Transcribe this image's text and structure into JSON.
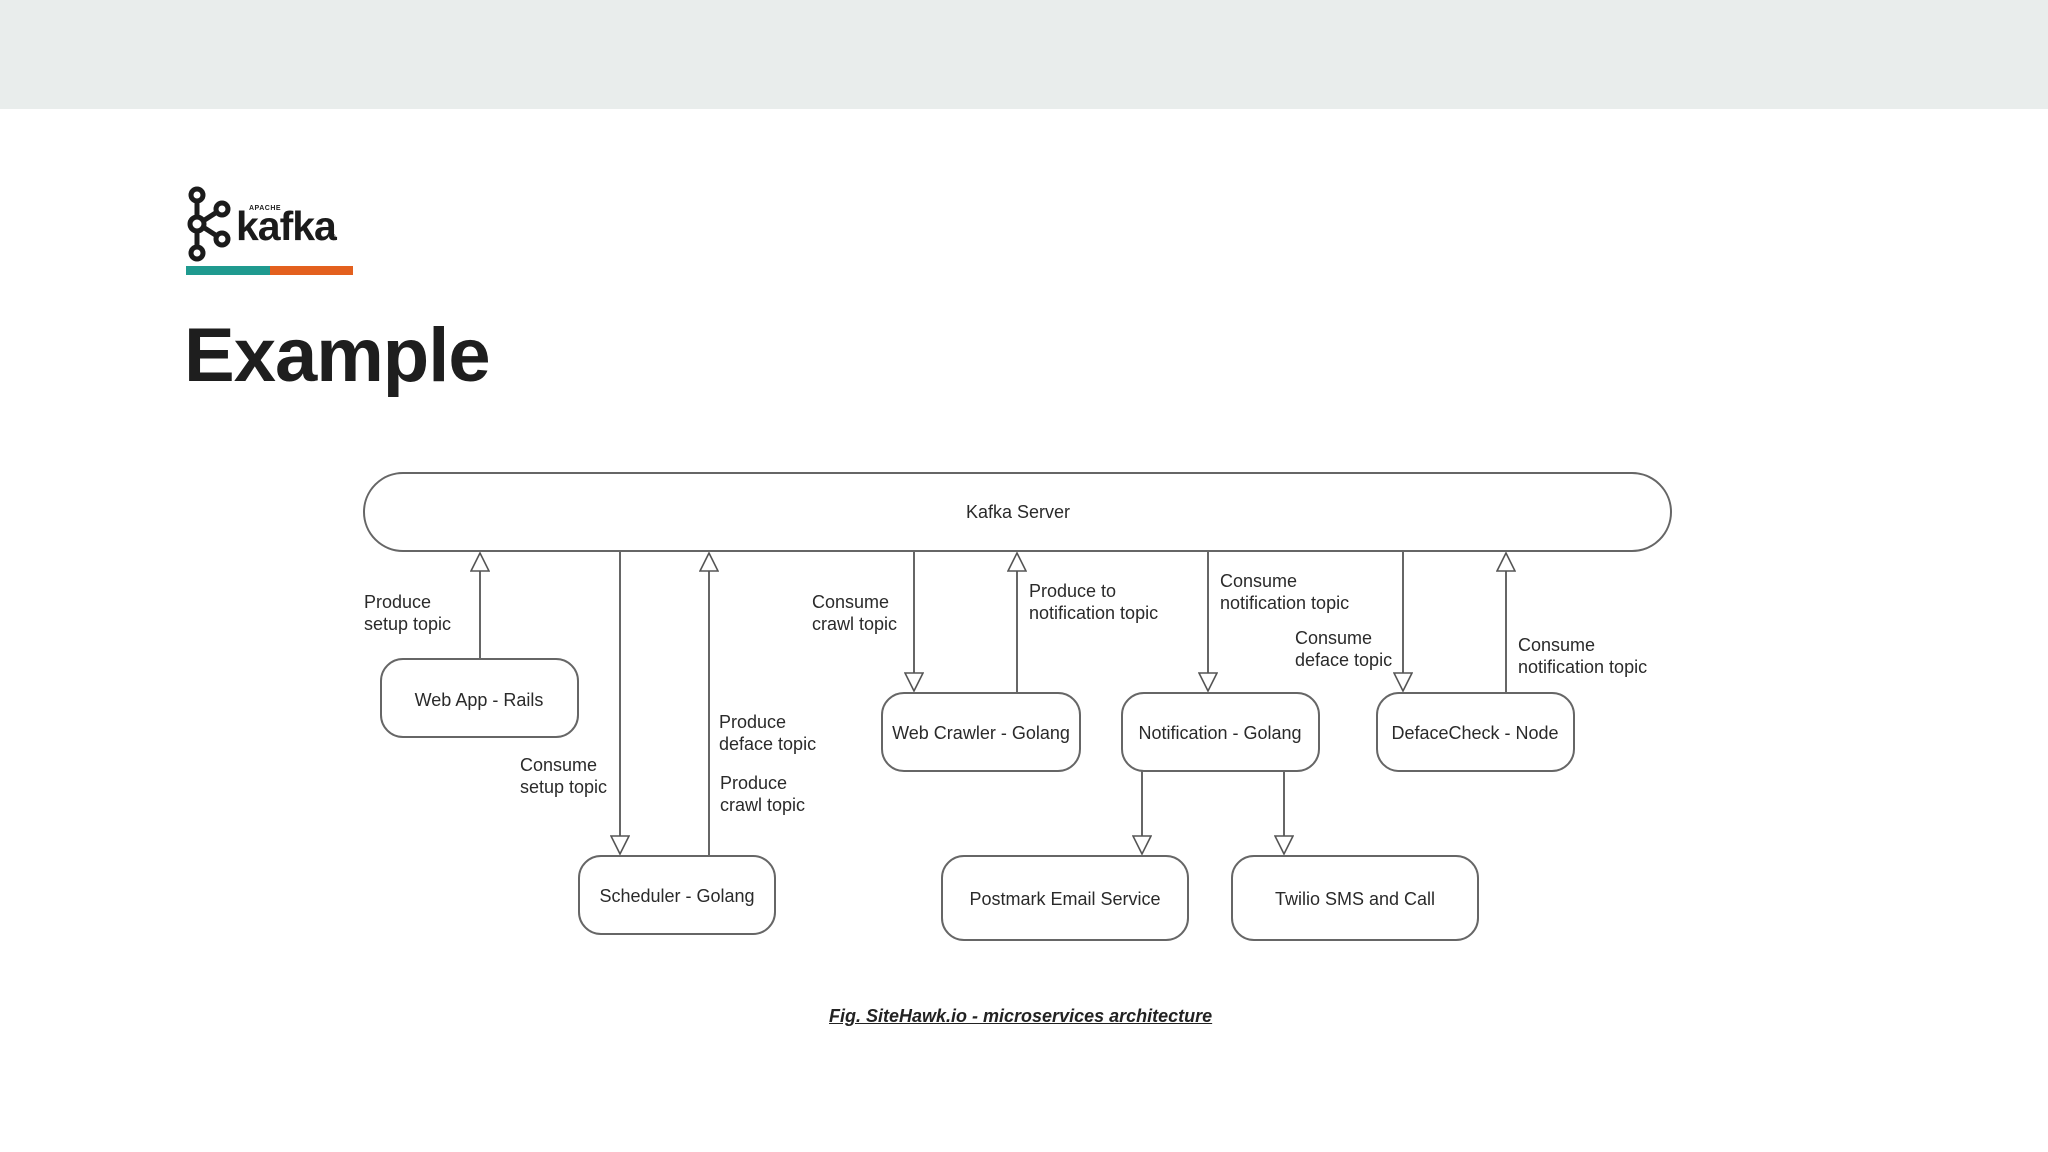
{
  "logo": {
    "apache": "APACHE",
    "wordmark": "kafka",
    "reg": "®"
  },
  "slide": {
    "title": "Example"
  },
  "diagram": {
    "server": "Kafka Server",
    "nodes": {
      "web_app": "Web App - Rails",
      "scheduler": "Scheduler - Golang",
      "web_crawler": "Web Crawler - Golang",
      "notification": "Notification - Golang",
      "deface_check": "DefaceCheck - Node",
      "postmark": "Postmark Email Service",
      "twilio": "Twilio SMS and Call"
    },
    "edges": {
      "produce_setup": [
        "Produce",
        "setup topic"
      ],
      "consume_setup": [
        "Consume",
        "setup topic"
      ],
      "produce_deface": [
        "Produce",
        "deface topic"
      ],
      "produce_crawl": [
        "Produce",
        "crawl topic"
      ],
      "consume_crawl": [
        "Consume",
        "crawl topic"
      ],
      "produce_notification": [
        "Produce to",
        "notification topic"
      ],
      "consume_notification_1": [
        "Consume",
        "notification topic"
      ],
      "consume_deface": [
        "Consume",
        "deface topic"
      ],
      "consume_notification_2": [
        "Consume",
        "notification topic"
      ]
    },
    "caption": "Fig. SiteHawk.io - microservices architecture"
  }
}
